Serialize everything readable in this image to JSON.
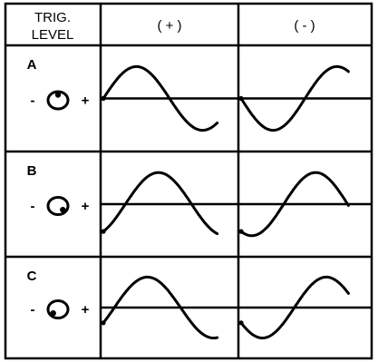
{
  "header": {
    "corner_line1": "TRIG.",
    "corner_line2": "LEVEL",
    "col_positive": "( + )",
    "col_negative": "( - )"
  },
  "knob_minus": "-",
  "knob_plus": "+",
  "rows": [
    {
      "label": "A",
      "knob_dot_deg": 0,
      "pos_start_phase_deg": 0,
      "neg_start_phase_deg": 180
    },
    {
      "label": "B",
      "knob_dot_deg": 135,
      "pos_start_phase_deg": 300,
      "neg_start_phase_deg": 240
    },
    {
      "label": "C",
      "knob_dot_deg": 225,
      "pos_start_phase_deg": 330,
      "neg_start_phase_deg": 210
    }
  ]
}
